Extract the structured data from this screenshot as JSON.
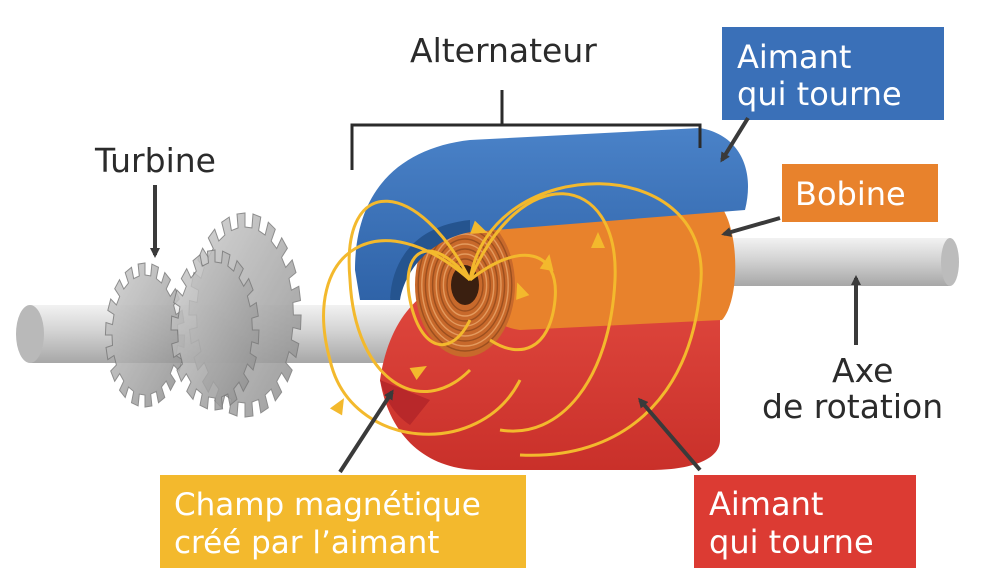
{
  "labels": {
    "alternateur": "Alternateur",
    "turbine": "Turbine",
    "aimant_haut": [
      "Aimant",
      "qui tourne"
    ],
    "bobine": "Bobine",
    "axe": [
      "Axe",
      "de rotation"
    ],
    "aimant_bas": [
      "Aimant",
      "qui tourne"
    ],
    "champ": [
      "Champ magnétique",
      "créé par l’aimant"
    ]
  },
  "colors": {
    "magnet_top": "#3a70b8",
    "coil": "#e8822c",
    "magnet_bottom": "#dc3b33",
    "field_lines": "#f3b92d",
    "shaft": "#c9c9c9",
    "copper": "#b8632a",
    "gear": "#9c9c9c",
    "text": "#2b2b2b"
  }
}
